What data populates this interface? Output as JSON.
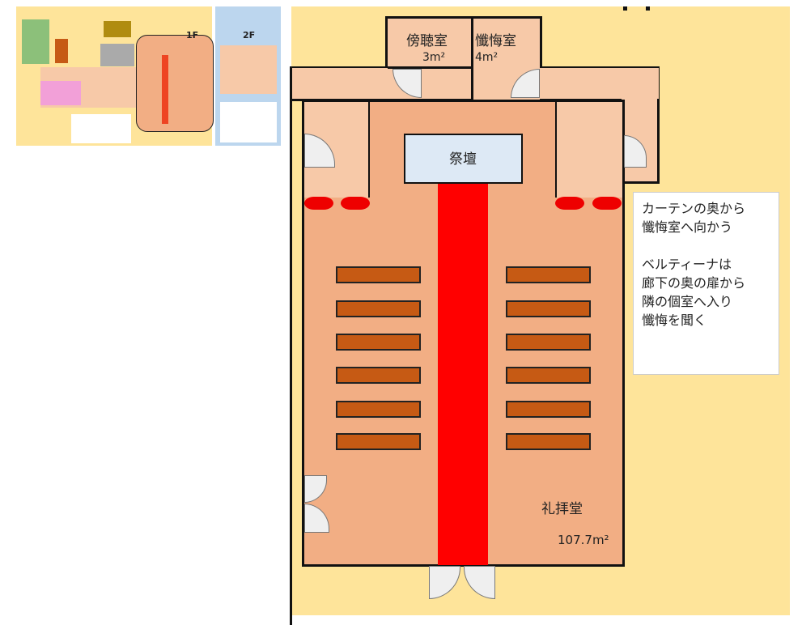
{
  "thumbnail": {
    "floor1_label": "1F",
    "floor2_label": "2F"
  },
  "rooms": {
    "listening_room": {
      "name": "傍聴室",
      "area": "3m²"
    },
    "confession_room": {
      "name": "懺悔室",
      "area": "4m²"
    },
    "altar": {
      "name": "祭壇"
    },
    "chapel": {
      "name": "礼拝堂",
      "area": "107.7m²"
    }
  },
  "note": {
    "text": "カーテンの奥から\n懺悔室へ向かう\n\nベルティーナは\n廊下の奥の扉から\n隣の個室へ入り\n懺悔を聞く"
  },
  "colors": {
    "ground": "#fee49a",
    "corridor": "#f7c9a8",
    "hall": "#f2ae84",
    "carpet": "#ff0000",
    "pew": "#c65a14",
    "altar": "#dde9f5",
    "floor2_bg": "#bcd6ee"
  }
}
